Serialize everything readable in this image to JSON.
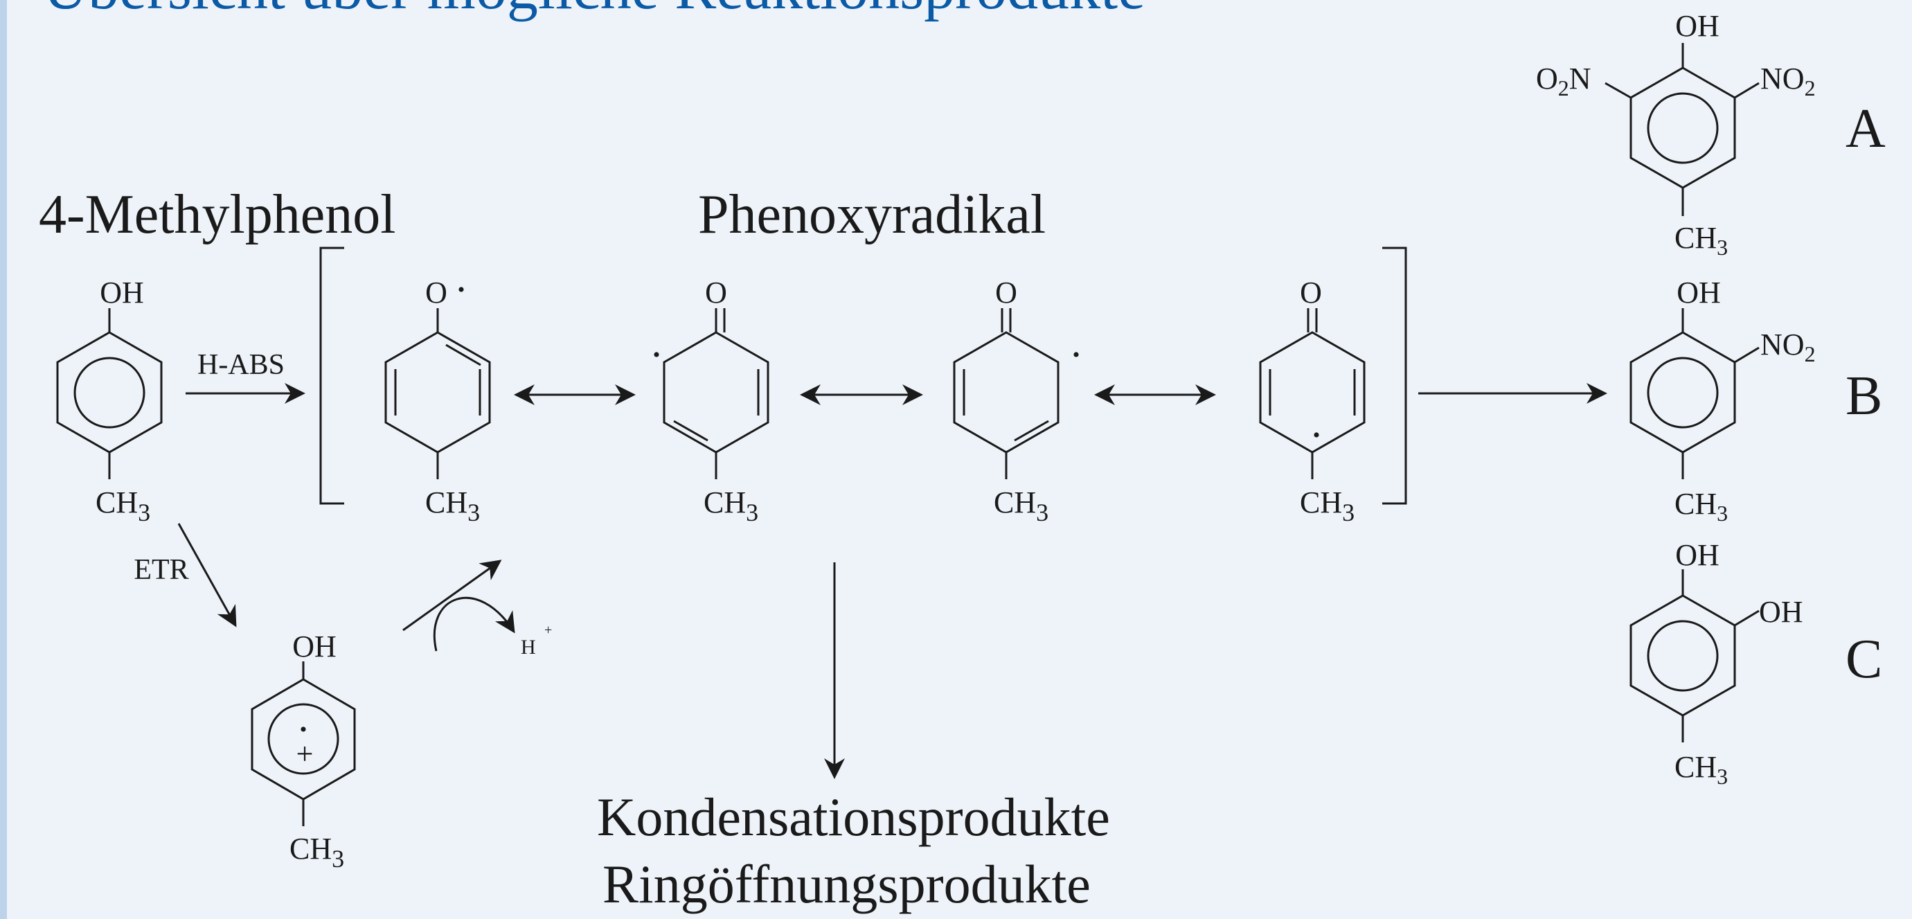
{
  "slide": {
    "title": "Übersicht über mögliche Reaktionsprodukte",
    "colors": {
      "title": "#0b5aa6",
      "background": "#eef3f9",
      "ink": "#1a1a1a",
      "edge": "#bcd3ea"
    }
  },
  "labels": {
    "methylphenol": "4-Methylphenol",
    "phenoxyradical": "Phenoxyradikal",
    "products_1": "Kondensationsprodukte",
    "products_2": "Ringöffnungsprodukte",
    "h_abs": "H-ABS",
    "etr": "ETR"
  },
  "atoms": {
    "oh": "OH",
    "o": "O",
    "ch": "CH",
    "sub3": "3",
    "no": "NO",
    "sub2": "2",
    "o2n_o": "O",
    "o2n_n": "N",
    "h": "H",
    "plus": "+",
    "dot": "•"
  },
  "products": {
    "a": "A",
    "b": "B",
    "c": "C"
  }
}
